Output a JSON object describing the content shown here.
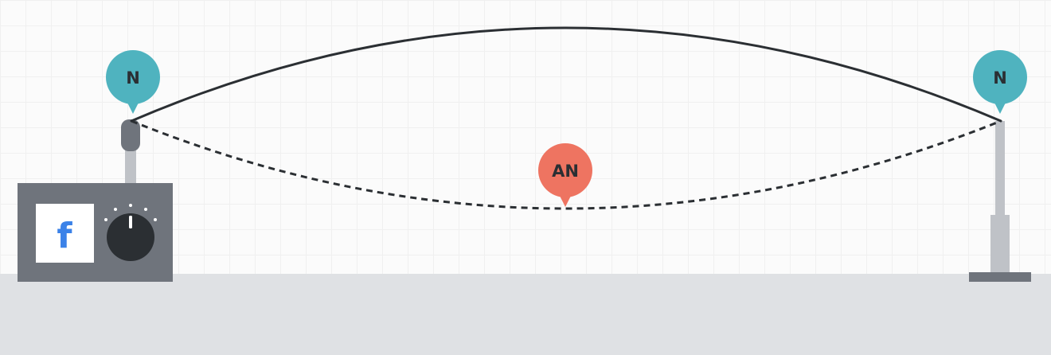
{
  "labels": {
    "left_node": "N",
    "right_node": "N",
    "antinode": "AN",
    "logo_letter": "f"
  },
  "icons": {
    "logo": "facebook-logo-icon",
    "knob": "volume-knob-icon"
  },
  "colors": {
    "node": "#4fb3bf",
    "antinode": "#ee7461",
    "string": "#2b2f33",
    "box": "#6f747c",
    "knob": "#2b2f33",
    "logo": "#3b82e8",
    "floor": "#dfe1e4",
    "pole": "#bfc2c7"
  }
}
